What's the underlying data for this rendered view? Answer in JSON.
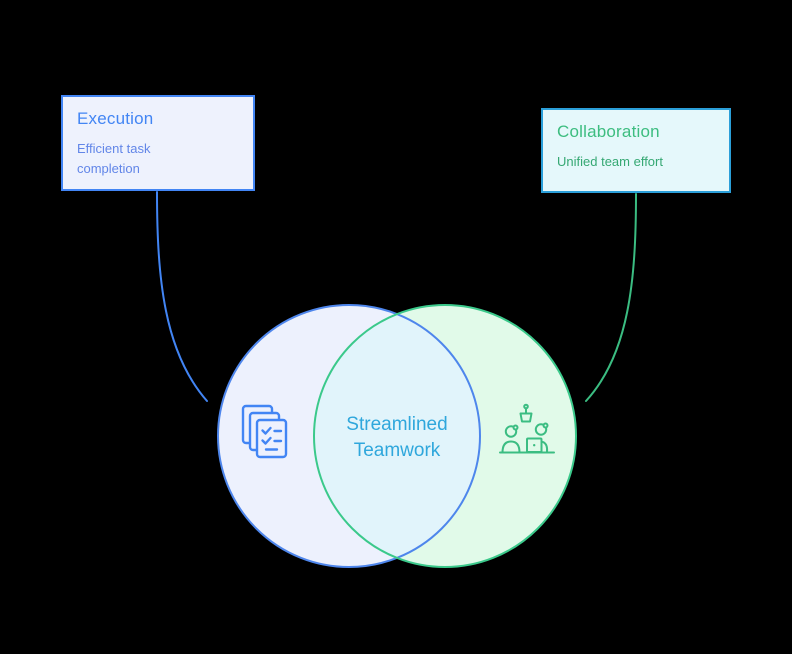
{
  "diagram": {
    "type": "venn",
    "background_color": "#000000",
    "center": {
      "label": "Streamlined Teamwork",
      "color": "#2fa7dc",
      "overlap_fill": "#e1f4fb"
    },
    "left_set": {
      "title": "Execution",
      "subtitle": "Efficient task completion",
      "icon": "task-documents-icon",
      "accent_color": "#4285f4",
      "subtitle_color": "#6286e8",
      "box_fill": "#eef2fd",
      "box_border": "#4285f4",
      "circle_fill": "#edf1fd",
      "circle_stroke": "#4e86ec",
      "connector_color": "#4285f4"
    },
    "right_set": {
      "title": "Collaboration",
      "subtitle": "Unified team effort",
      "icon": "team-meeting-icon",
      "title_color": "#3dbd80",
      "subtitle_color": "#35a873",
      "box_fill": "#e5f8fb",
      "box_border": "#2b9fd9",
      "circle_fill": "#e1fae9",
      "circle_stroke": "#3bc98b",
      "connector_color": "#3bbd82"
    }
  }
}
